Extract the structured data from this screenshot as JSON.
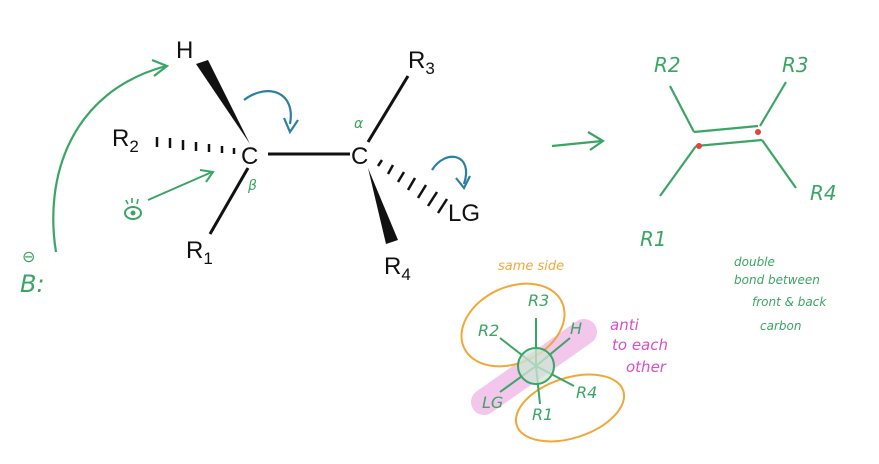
{
  "colors": {
    "ink": "#111111",
    "green": "#3aa564",
    "blue": "#2b7fa3",
    "orange": "#f0a83a",
    "pink": "#d94fc8",
    "pink_highlight": "#f3c6ec",
    "red_dot": "#e0443c"
  },
  "structure": {
    "h": "H",
    "r2": "R",
    "r2_sub": "2",
    "c_left": "C",
    "c_right": "C",
    "r3": "R",
    "r3_sub": "3",
    "lg": "LG",
    "r1": "R",
    "r1_sub": "1",
    "r4": "R",
    "r4_sub": "4"
  },
  "annotations": {
    "alpha": "α",
    "beta": "β",
    "base_charge": "⊖",
    "base": "B:"
  },
  "alkene": {
    "r2": "R2",
    "r3": "R3",
    "r1": "R1",
    "r4": "R4"
  },
  "newman": {
    "same_side": "same side",
    "r3": "R3",
    "r2": "R2",
    "h": "H",
    "lg": "LG",
    "r1": "R1",
    "r4": "R4",
    "anti_line1": "anti",
    "anti_line2": "to each",
    "anti_line3": "other"
  },
  "note": {
    "line1": "double",
    "line2": "bond between",
    "line3": "front & back",
    "line4": "carbon"
  }
}
